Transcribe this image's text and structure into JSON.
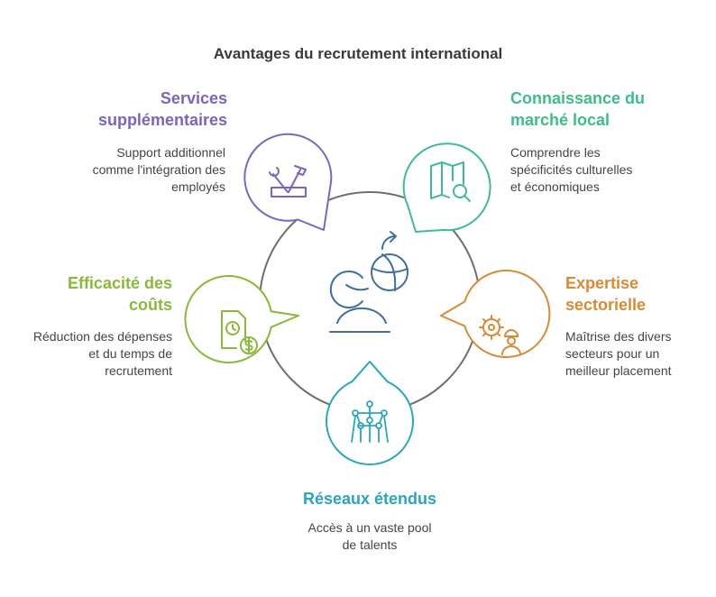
{
  "title": "Avantages du recrutement international",
  "items": [
    {
      "heading_lines": [
        "Services",
        "supplémentaires"
      ],
      "desc_lines": [
        "Support additionnel",
        "comme l'intégration des",
        "employés"
      ],
      "color": "#7b64c2",
      "icon": "tools-icon"
    },
    {
      "heading_lines": [
        "Connaissance du",
        "marché local"
      ],
      "desc_lines": [
        "Comprendre les",
        "spécificités culturelles",
        "et économiques"
      ],
      "color": "#3dbd8a",
      "icon": "map-search-icon"
    },
    {
      "heading_lines": [
        "Expertise",
        "sectorielle"
      ],
      "desc_lines": [
        "Maîtrise des divers",
        "secteurs pour un",
        "meilleur placement"
      ],
      "color": "#d98a35",
      "icon": "gear-worker-icon"
    },
    {
      "heading_lines": [
        "Réseaux étendus"
      ],
      "desc_lines": [
        "Accès à un vaste pool",
        "de talents"
      ],
      "color": "#2aa6bf",
      "icon": "network-icon"
    },
    {
      "heading_lines": [
        "Efficacité des",
        "coûts"
      ],
      "desc_lines": [
        "Réduction des dépenses",
        "et du temps de",
        "recrutement"
      ],
      "color": "#8ab83a",
      "icon": "clock-dollar-icon"
    }
  ],
  "center_icon": "global-recruitment-icon",
  "center_color": "#3d6fa0",
  "ring_color": "#6e6e6e"
}
